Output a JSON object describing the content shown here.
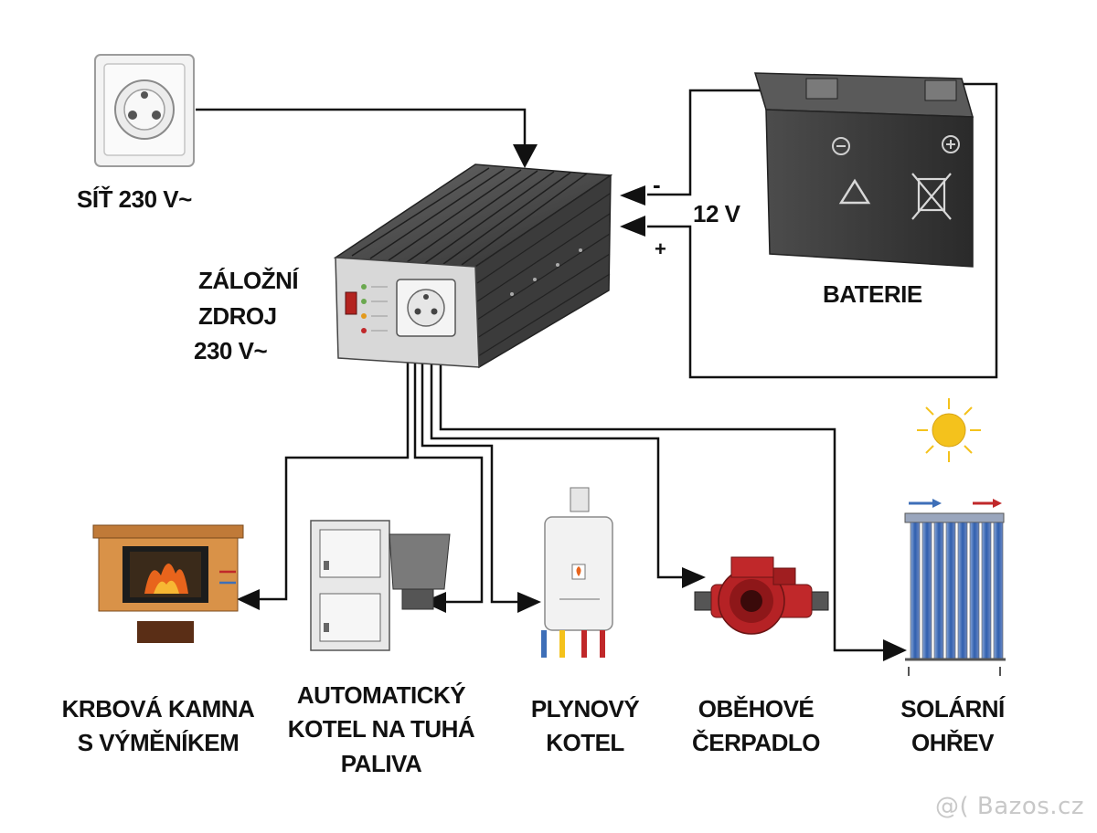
{
  "labels": {
    "grid": "SÍŤ 230 V~",
    "ups_line1": "ZÁLOŽNÍ",
    "ups_line2": "ZDROJ",
    "ups_line3": "230 V~",
    "battery": "BATERIE",
    "battery_voltage": "12 V",
    "minus": "-",
    "plus": "+",
    "fireplace_line1": "KRBOVÁ KAMNA",
    "fireplace_line2": "S VÝMĚNÍKEM",
    "boiler_line1": "AUTOMATICKÝ",
    "boiler_line2": "KOTEL NA TUHÁ",
    "boiler_line3": "PALIVA",
    "gas_line1": "PLYNOVÝ",
    "gas_line2": "KOTEL",
    "pump_line1": "OBĚHOVÉ",
    "pump_line2": "ČERPADLO",
    "solar_line1": "SOLÁRNÍ",
    "solar_line2": "OHŘEV"
  },
  "watermark": "@( Bazos.cz",
  "colors": {
    "line": "#111111",
    "inverter": "#4a4a4a",
    "battery": "#3a3a3a",
    "pump_red": "#c0282a",
    "fire_orange": "#e8641c",
    "wood": "#d99248",
    "sun": "#f4c21c",
    "solar_blue": "#3e6fb8"
  }
}
